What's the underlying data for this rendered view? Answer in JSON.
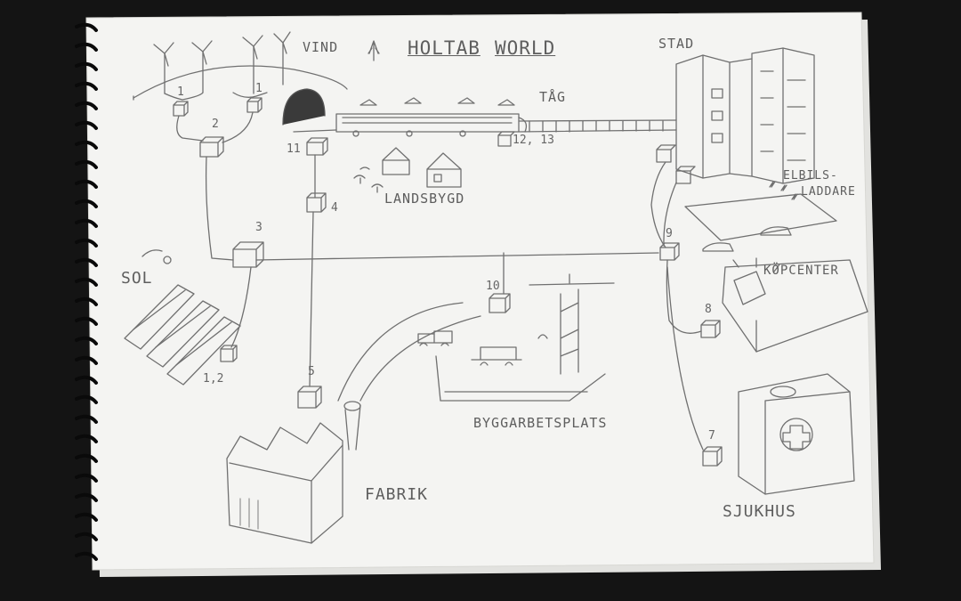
{
  "sketch": {
    "title_left": "HOLTAB",
    "title_right": "WORLD",
    "labels": {
      "vind": "VIND",
      "stad": "STAD",
      "tag": "TÅG",
      "landsbygd": "LANDSBYGD",
      "sol": "SOL",
      "elbilsladdare_1": "ELBILS-",
      "elbilsladdare_2": "LADDARE",
      "kopcenter": "KÖPCENTER",
      "byggarbetsplats": "BYGGARBETSPLATS",
      "fabrik": "FABRIK",
      "sjukhus": "SJUKHUS"
    },
    "numbers": {
      "n1a": "1",
      "n1b": "1",
      "n2": "2",
      "n3": "3",
      "n4": "4",
      "n5": "5",
      "n7": "7",
      "n8": "8",
      "n9": "9",
      "n10": "10",
      "n11": "11",
      "n12_13": "12, 13",
      "n1_2": "1,2"
    }
  },
  "colors": {
    "background": "#141414",
    "paper": "#f4f4f2",
    "pencil": "#6a6a6a"
  }
}
